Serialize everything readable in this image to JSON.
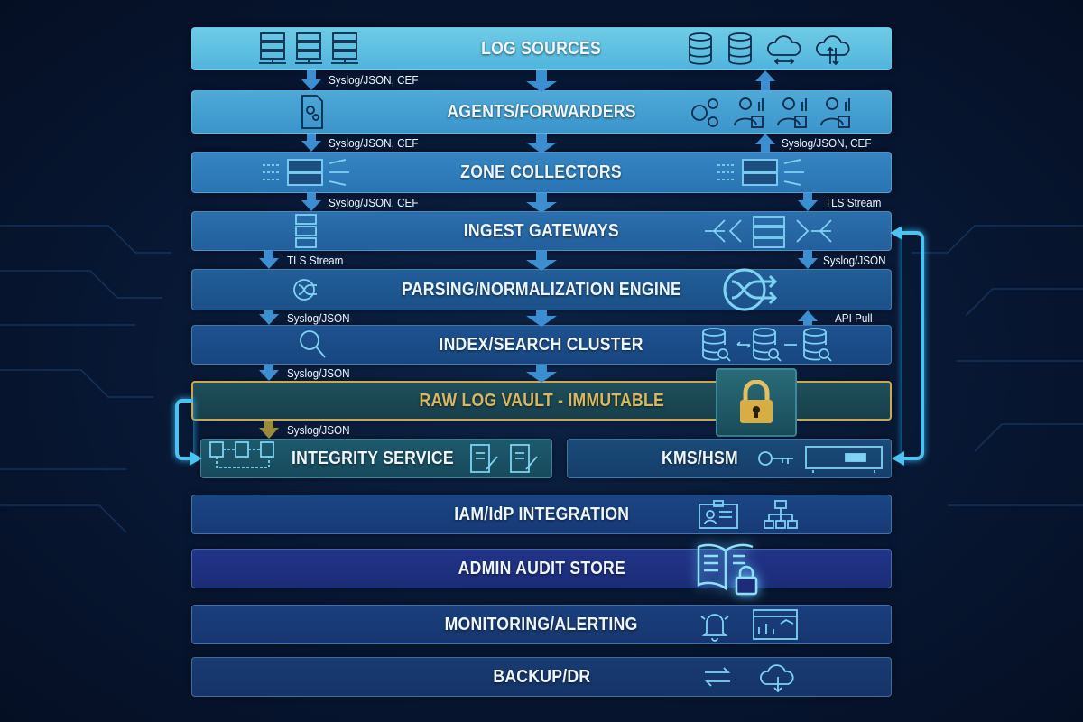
{
  "layers": {
    "log_sources": "LOG SOURCES",
    "agents": "AGENTS/FORWARDERS",
    "zone": "ZONE COLLECTORS",
    "ingest": "INGEST GATEWAYS",
    "parsing": "PARSING/NORMALIZATION ENGINE",
    "index": "INDEX/SEARCH CLUSTER",
    "vault": "RAW LOG VAULT - IMMUTABLE",
    "integrity": "INTEGRITY SERVICE",
    "kms": "KMS/HSM",
    "iam": "IAM/IdP INTEGRATION",
    "admin": "ADMIN AUDIT STORE",
    "monitoring": "MONITORING/ALERTING",
    "backup": "BACKUP/DR"
  },
  "flows": {
    "sources_to_agents": "Syslog/JSON, CEF",
    "agents_to_zone": "Syslog/JSON, CEF",
    "zone_to_agents_up": "Syslog/JSON, CEF",
    "zone_to_ingest": "Syslog/JSON, CEF",
    "zone_to_ingest_right": "TLS Stream",
    "ingest_to_parsing": "TLS Stream",
    "ingest_to_parsing_right": "Syslog/JSON",
    "parsing_to_index": "Syslog/JSON",
    "index_to_parsing_up": "API Pull",
    "index_to_vault": "Syslog/JSON",
    "vault_to_integrity": "Syslog/JSON"
  },
  "colors": {
    "accent": "#4cc3ee",
    "vault_gold": "#d8b860",
    "background": "#071631"
  }
}
